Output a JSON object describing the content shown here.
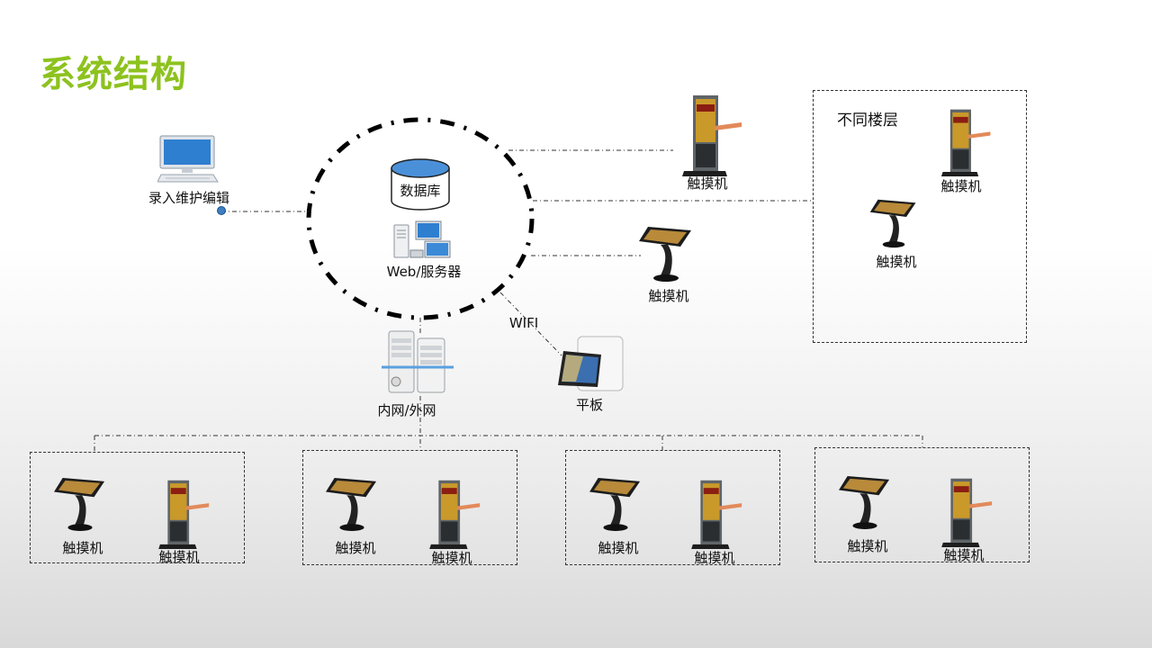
{
  "title": "系统结构",
  "labels": {
    "input_editor": "录入维护编辑",
    "database": "数据库",
    "web_server": "Web/服务器",
    "network": "内网/外网",
    "wifi": "WIFI",
    "tablet": "平板",
    "floors": "不同楼层",
    "kiosk": "触摸机"
  }
}
